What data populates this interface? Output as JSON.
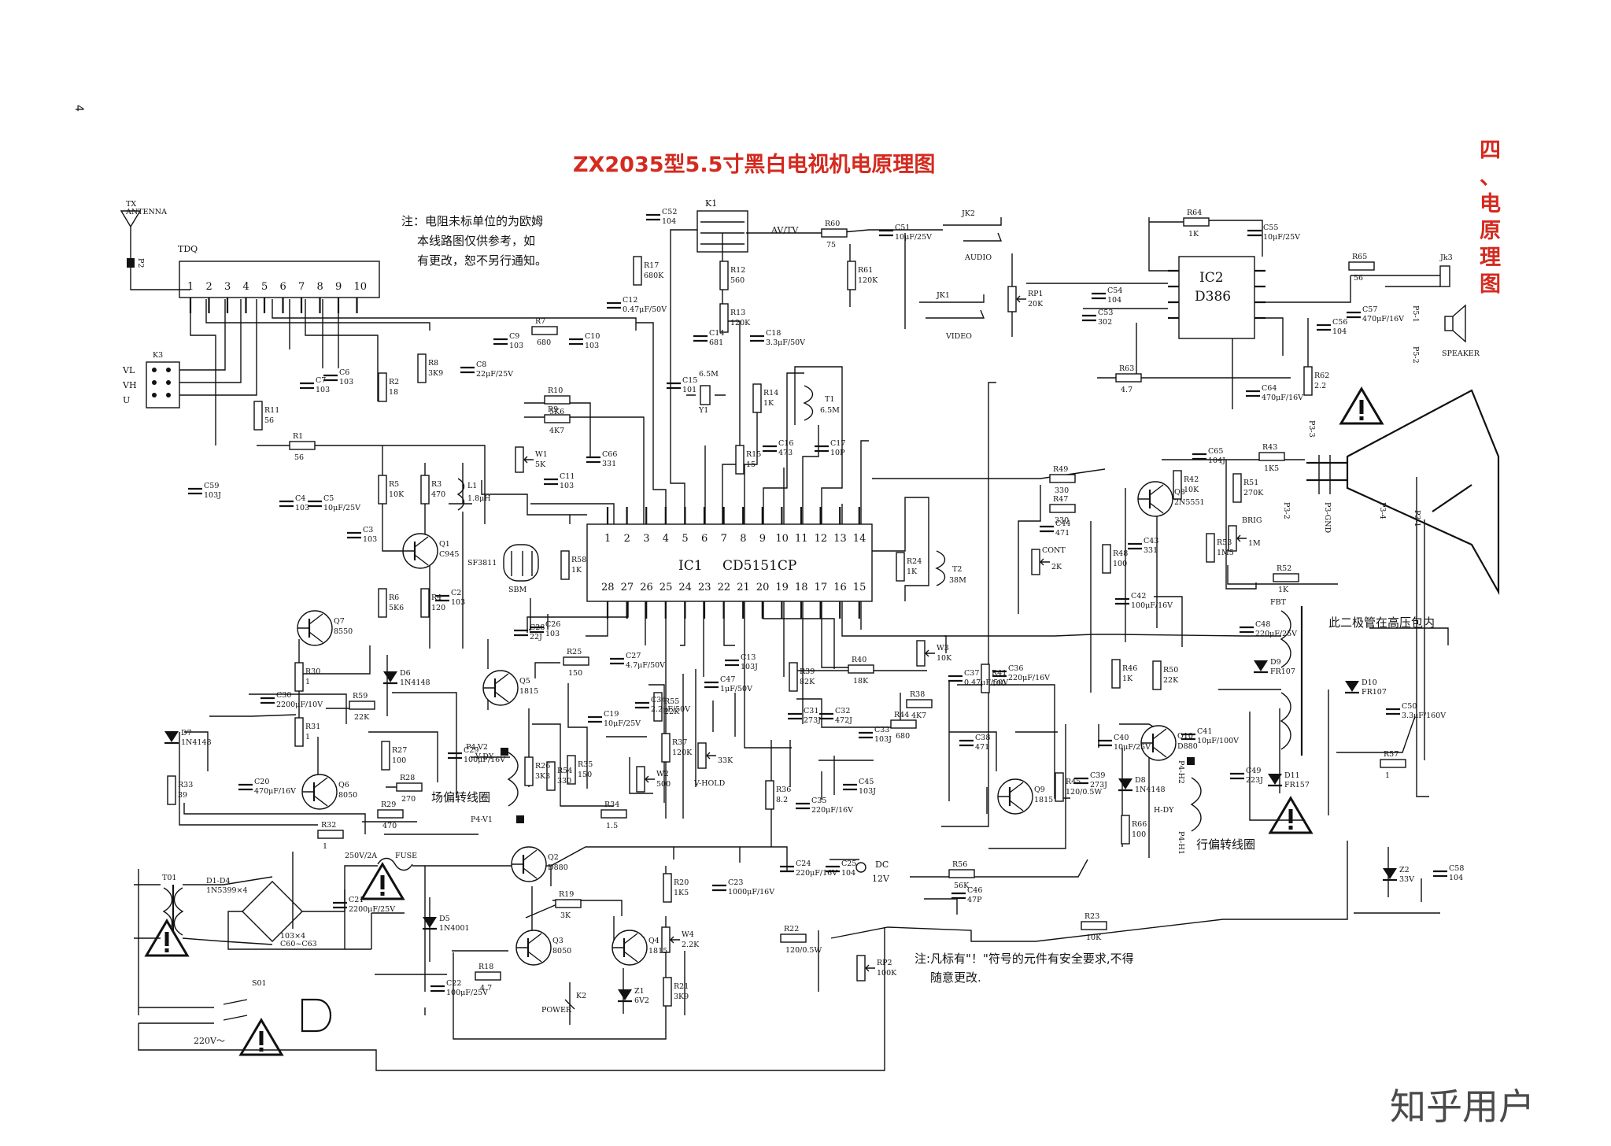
{
  "page_number": "4",
  "title": "ZX2035型5.5寸黑白电视机电原理图",
  "side_heading": "四、电原理图",
  "notes": {
    "note1_line1": "注：电阻未标单位的为欧姆",
    "note1_line2": "本线路图仅供参考，如",
    "note1_line3": "有更改，恕不另行通知。",
    "note2_line1": "注:凡标有\"！\"符号的元件有安全要求,不得",
    "note2_line2": "随意更改."
  },
  "labels": {
    "antenna": "ANTENNA",
    "tx": "TX",
    "tdq": "TDQ",
    "tdq_pins": [
      "1",
      "2",
      "3",
      "4",
      "5",
      "6",
      "7",
      "8",
      "9",
      "10"
    ],
    "k3": "K3",
    "vl": "VL",
    "vh": "VH",
    "u": "U",
    "p2": "P2",
    "ic1": "IC1",
    "ic1_part": "CD5151CP",
    "ic1_top_pins": [
      "1",
      "2",
      "3",
      "4",
      "5",
      "6",
      "7",
      "8",
      "9",
      "10",
      "11",
      "12",
      "13",
      "14"
    ],
    "ic1_bottom_pins": [
      "28",
      "27",
      "26",
      "25",
      "24",
      "23",
      "22",
      "21",
      "20",
      "19",
      "18",
      "17",
      "16",
      "15"
    ],
    "ic2": "IC2",
    "ic2_part": "D386",
    "k1": "K1",
    "av_tv": "AV/TV",
    "jk2": "JK2",
    "audio": "AUDIO",
    "jk1": "JK1",
    "video": "VIDEO",
    "jk3": "Jk3",
    "speaker": "SPEAKER",
    "p5_1": "P5-1",
    "p5_2": "P5-2",
    "sf3811": "SF3811",
    "sbm": "SBM",
    "fbt": "FBT",
    "hv_note": "此二极管在高压包内",
    "v_dy": "V-DY",
    "v_coil": "场偏转线圈",
    "h_dy": "H-DY",
    "h_coil": "行偏转线圈",
    "p4_v2": "P4-V2",
    "p4_v1": "P4-V1",
    "p4_h2": "P4-H2",
    "p4_h1": "P4-H1",
    "p3_1": "P3-1",
    "p3_2": "P3-2",
    "p3_3": "P3-3",
    "p3_4": "P3-4",
    "p3_gnd": "P3-GND",
    "brig": "BRIG",
    "cont": "CONT",
    "v_hold": "V-HOLD",
    "fuse": "FUSE",
    "fuse_rating": "250V/2A",
    "t01": "T01",
    "d1_d4": "D1-D4",
    "d1_d4_part": "1N5399×4",
    "c60_63": "103×4",
    "c60_63b": "C60~C63",
    "s01": "S01",
    "ac_in": "220V～",
    "power": "POWER",
    "k2": "K2",
    "dc12": "DC",
    "dc12b": "12V",
    "y1": "Y1",
    "y1_freq": "6.5M",
    "t1": "T1",
    "t1_freq": "6.5M",
    "t2": "T2",
    "t2_freq": "38M",
    "watermark": "知乎用户"
  },
  "components": {
    "resistors": [
      "R1 56",
      "R2 18",
      "R3 470",
      "R4 120",
      "R5 10K",
      "R6 5K6",
      "R7 680",
      "R8 3K9",
      "R9 4K7",
      "R10 5K6",
      "R11 56",
      "R12 560",
      "R13 120K",
      "R14 1K",
      "R15 15",
      "R17 680K",
      "R18 4.7",
      "R19 3K",
      "R20 1K5",
      "R21 3K9",
      "R22 120/0.5W",
      "R23 10K",
      "R24 1K",
      "R25 150",
      "R26 3K3",
      "R27 100",
      "R28 270",
      "R29 470",
      "R30 1",
      "R31 1",
      "R32 1",
      "R33 39",
      "R34 1.5",
      "R35 150",
      "R36 8.2",
      "R37 120K",
      "R38 4K7",
      "R39 82K",
      "R40 18K",
      "R41 100",
      "R42 10K",
      "R43 1K5",
      "R44 680",
      "R45 120/0.5W",
      "R46 1K",
      "R47 330",
      "R48 100",
      "R49 330",
      "R50 22K",
      "R51 270K",
      "R52 1K",
      "R53 1M5",
      "R54 330",
      "R55 22K",
      "R56 56K",
      "R57 1",
      "R58 1K",
      "R59 22K",
      "R60 75",
      "R61 120K",
      "R62 2.2",
      "R63 4.7",
      "R64 1K",
      "R65 56",
      "R66 100"
    ],
    "capacitors": [
      "C2 103",
      "C3 103",
      "C4 103",
      "C5 10μF/25V",
      "C6 103",
      "C7 103",
      "C8 22μF/25V",
      "C9 103",
      "C10 103",
      "C11 103",
      "C12 0.47μF/50V",
      "C13 103J",
      "C14 681",
      "C15 101",
      "C16 473",
      "C17 10P",
      "C18 3.3μF/50V",
      "C19 10μF/25V",
      "C20 470μF/16V",
      "C21 2200μF/25V",
      "C22 100μF/25V",
      "C23 1000μF/16V",
      "C24 220μF/16V",
      "C25 104",
      "C26 103",
      "C27 4.7μF/50V",
      "C28 22J",
      "C29 100μF/16V",
      "C30 2200μF/10V",
      "C31 273J",
      "C32 472J",
      "C33 103J",
      "C34 2.2μF/50V",
      "C35 220μF/16V",
      "C36 220μF/16V",
      "C37 0.47μF/50V",
      "C38 471",
      "C39 273J",
      "C40 10μF/25V",
      "C41 10μF/100V",
      "C42 100μF/16V",
      "C43 331",
      "C44 471",
      "C45 103J",
      "C46 47P",
      "C47 1μF/50V",
      "C48 220μF/25V",
      "C49 223J",
      "C50 3.3μF/160V",
      "C51 10μF/25V",
      "C52 104",
      "C53 302",
      "C54 104",
      "C55 10μF/25V",
      "C56 104",
      "C57 470μF/16V",
      "C58 104",
      "C59 103J",
      "C64 470μF/16V",
      "C65 104J",
      "C66 331"
    ],
    "transistors": [
      "Q1 C945",
      "Q2 D880",
      "Q3 8050",
      "Q4 1815",
      "Q5 1815",
      "Q6 8050",
      "Q7 8550",
      "Q8 2N5551",
      "Q9 1815",
      "Q10 D880"
    ],
    "diodes": [
      "D5 1N4001",
      "D6 1N4148",
      "D7 1N4148",
      "D8 1N4148",
      "D9 FR107",
      "D10 FR107",
      "D11 FR157",
      "Z1 6V2",
      "Z2 33V"
    ],
    "pots": [
      "W1 5K",
      "W2 500",
      "W3 10K",
      "W4 2.2K",
      "RP1 20K",
      "RP2 100K",
      "V-HOLD 33K",
      "BRIG 1M",
      "CONT 2K"
    ],
    "inductors": [
      "L1 1.8μH"
    ]
  }
}
